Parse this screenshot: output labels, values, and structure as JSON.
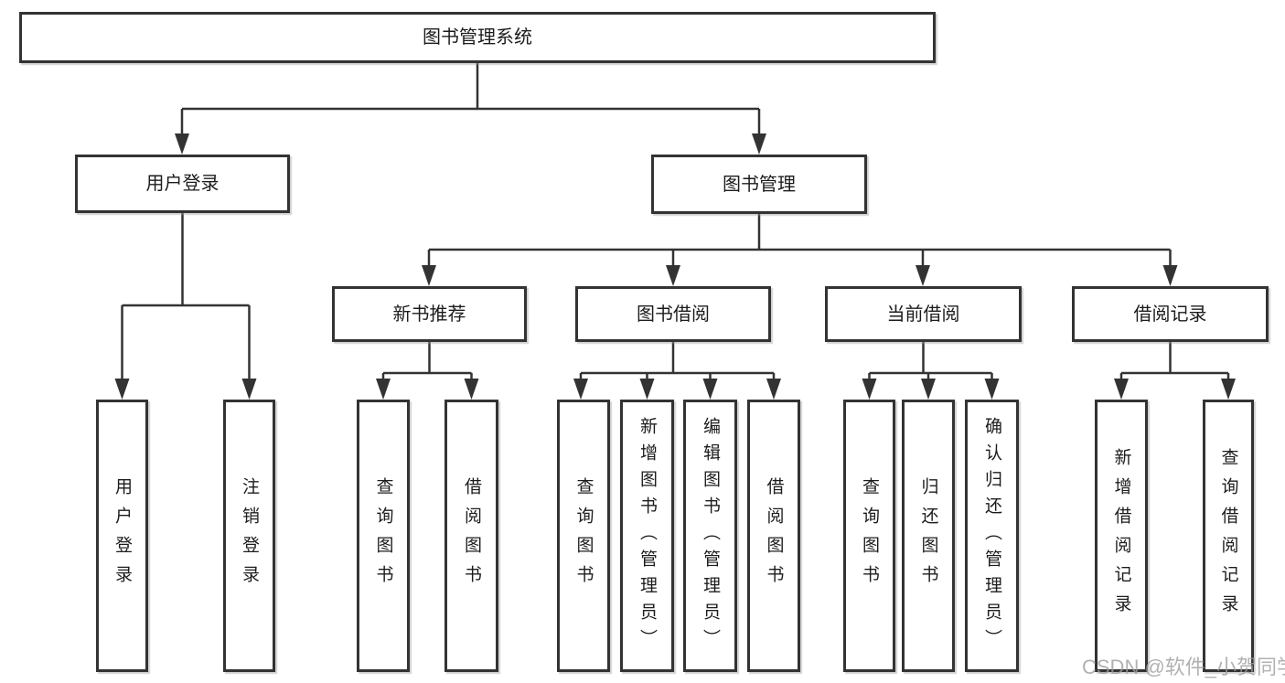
{
  "diagram_title": "图书管理系统",
  "tree": {
    "label": "图书管理系统",
    "children": [
      {
        "label": "用户登录",
        "children": [
          {
            "label": "用户登录"
          },
          {
            "label": "注销登录"
          }
        ]
      },
      {
        "label": "图书管理",
        "children": [
          {
            "label": "新书推荐",
            "children": [
              {
                "label": "查询图书"
              },
              {
                "label": "借阅图书"
              }
            ]
          },
          {
            "label": "图书借阅",
            "children": [
              {
                "label": "查询图书"
              },
              {
                "label": "新增图书（管理员）"
              },
              {
                "label": "编辑图书（管理员）"
              },
              {
                "label": "借阅图书"
              }
            ]
          },
          {
            "label": "当前借阅",
            "children": [
              {
                "label": "查询图书"
              },
              {
                "label": "归还图书"
              },
              {
                "label": "确认归还（管理员）"
              }
            ]
          },
          {
            "label": "借阅记录",
            "children": [
              {
                "label": "新增借阅记录"
              },
              {
                "label": "查询借阅记录"
              }
            ]
          }
        ]
      }
    ]
  },
  "watermark": {
    "text": "CSDN @软件_小贺同学"
  },
  "colors": {
    "line": "#333333",
    "box_border": "#333333",
    "box_fill": "#ffffff",
    "text": "#1c1c1c",
    "watermark": "#9e9e9e",
    "background": "#ffffff"
  }
}
